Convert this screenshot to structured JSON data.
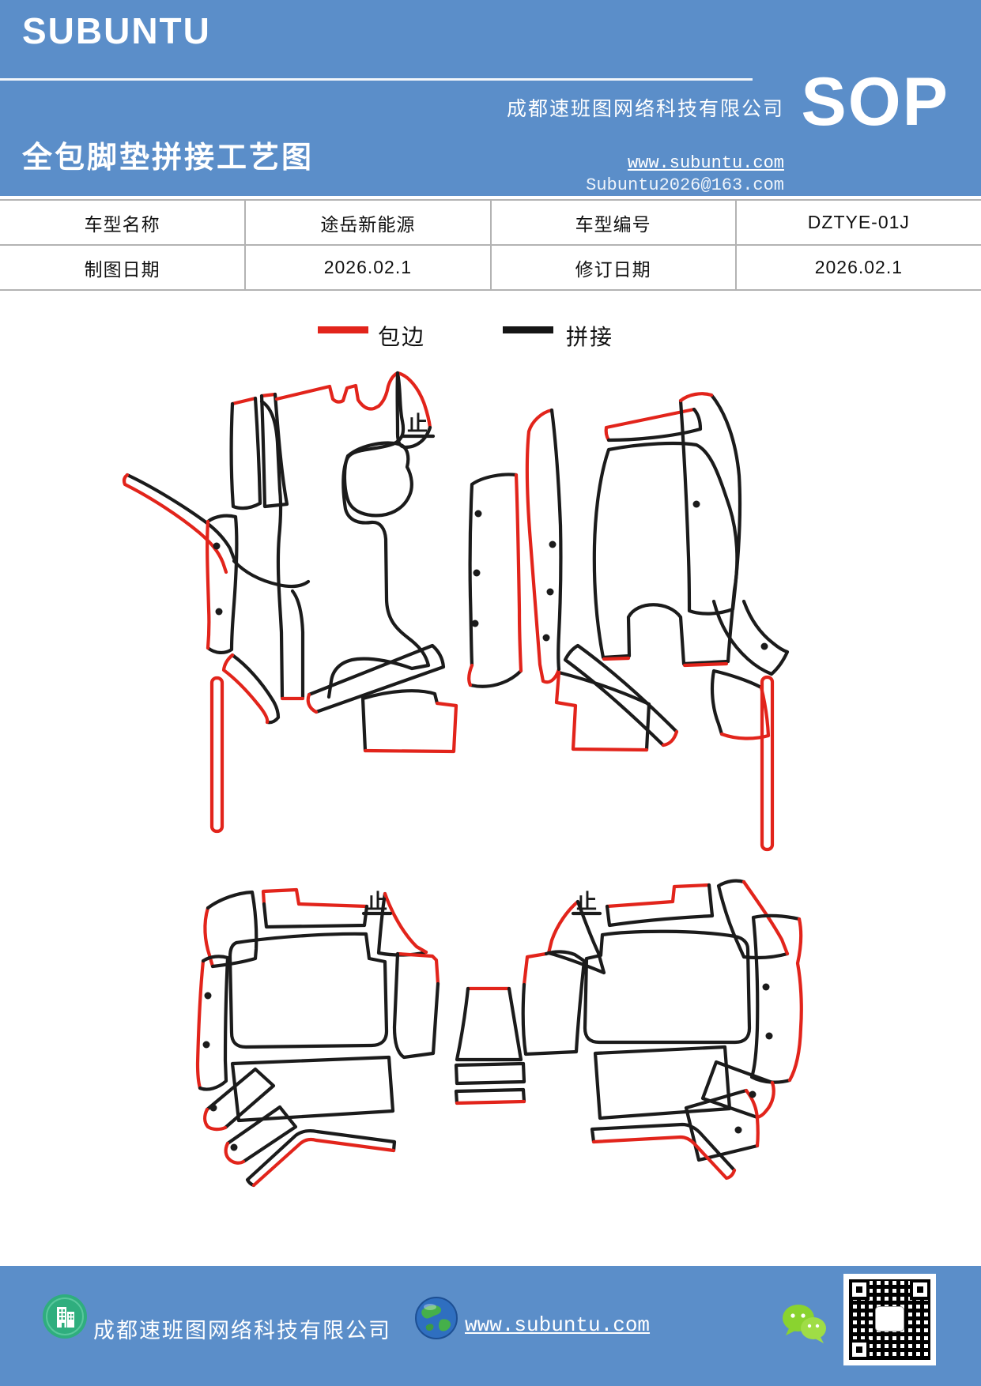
{
  "colors": {
    "header_bg": "#5b8ec9",
    "footer_bg": "#5b8ec9",
    "binding_red": "#e2241b",
    "seam_black": "#1b1b1b",
    "table_border": "#b3b3b3"
  },
  "header": {
    "brand": "SUBUNTU",
    "title": "全包脚垫拼接工艺图",
    "company": "成都速班图网络科技有限公司",
    "website": "www.subuntu.com",
    "email": "Subuntu2026@163.com",
    "sop": "SOP"
  },
  "table": {
    "rows": [
      [
        "车型名称",
        "途岳新能源",
        "车型编号",
        "DZTYE-01J"
      ],
      [
        "制图日期",
        "2026.02.1",
        "修订日期",
        "2026.02.1"
      ]
    ]
  },
  "legend": {
    "binding_label": "包边",
    "seam_label": "拼接"
  },
  "diagram": {
    "stop_mark": "止"
  },
  "footer": {
    "company": "成都速班图网络科技有限公司",
    "website": "www.subuntu.com"
  }
}
